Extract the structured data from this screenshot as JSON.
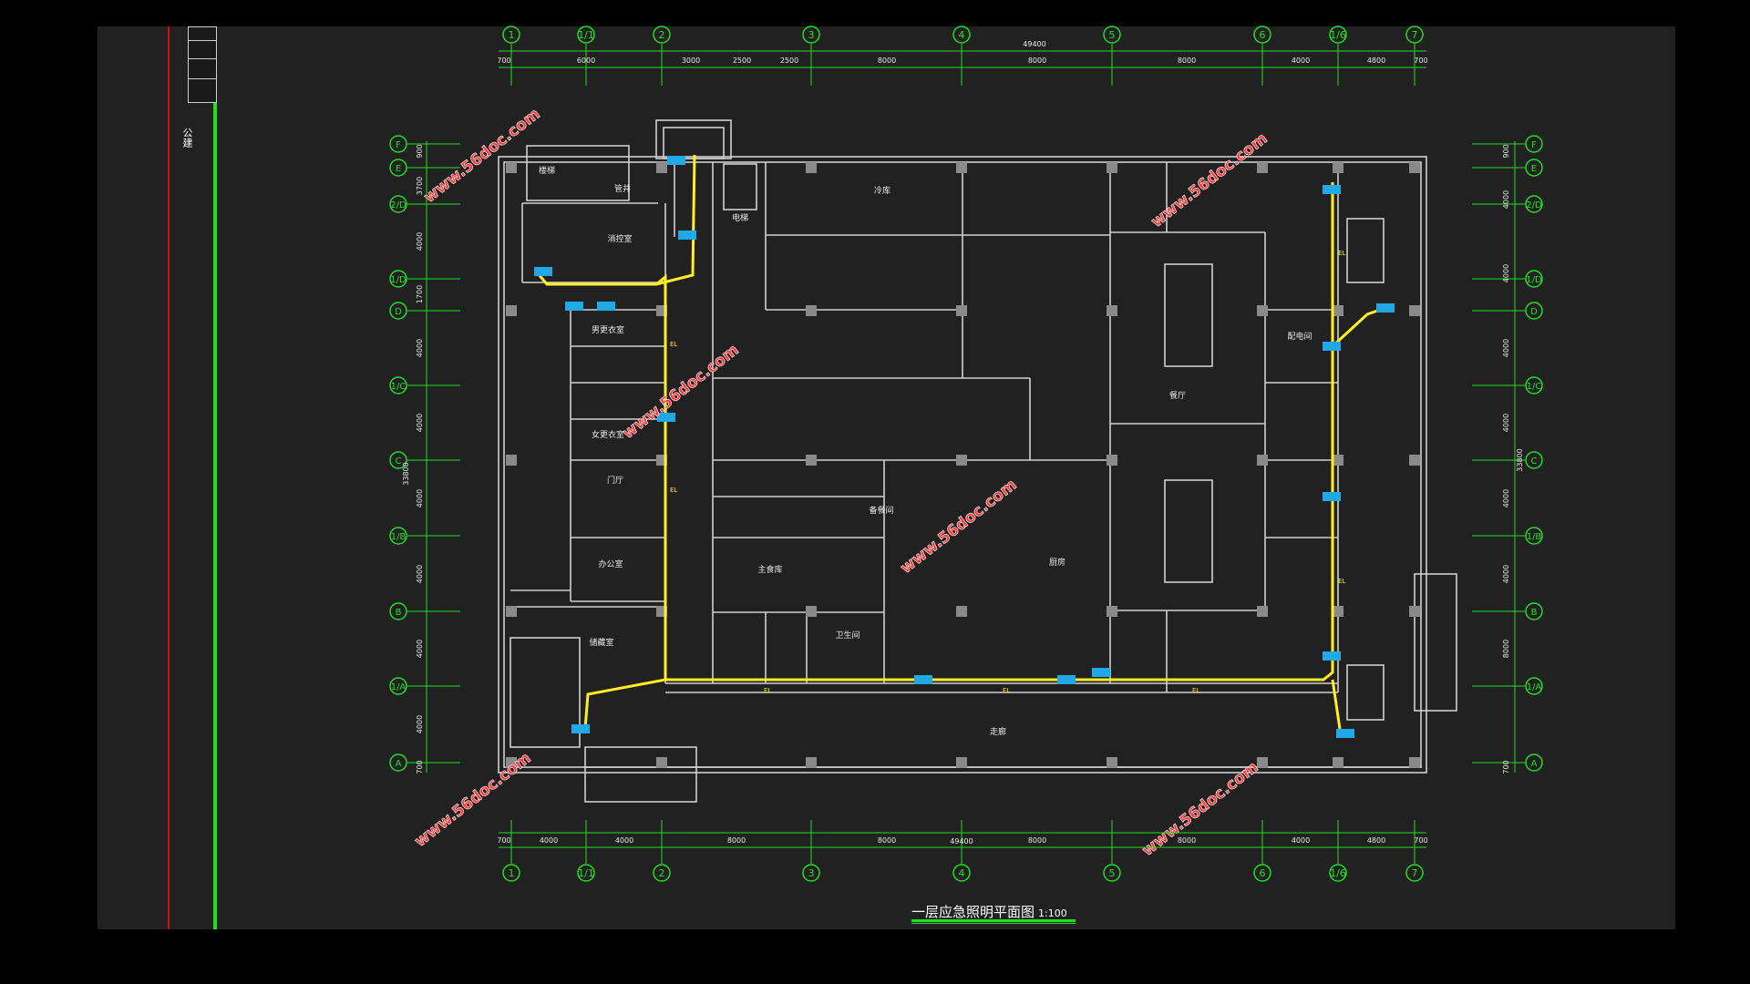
{
  "sheet": {
    "title": "一层应急照明平面图",
    "scale": "1:100",
    "side_label": "公建"
  },
  "watermark": "www.56doc.com",
  "grid": {
    "columns": [
      "1",
      "1/1",
      "2",
      "3",
      "4",
      "5",
      "6",
      "1/6",
      "7"
    ],
    "rows": [
      "A",
      "1/A",
      "B",
      "1/B",
      "C",
      "1/C",
      "D",
      "1/D",
      "2/D",
      "E",
      "F"
    ],
    "total_width": "49400",
    "total_height": "33800",
    "top_dims": [
      "700",
      "6000",
      "3000",
      "2500",
      "2500",
      "8000",
      "8000",
      "8000",
      "4000",
      "4800",
      "700"
    ],
    "bottom_dims": [
      "700",
      "4000",
      "4000",
      "8000",
      "8000",
      "8000",
      "8000",
      "4000",
      "4800",
      "700"
    ],
    "left_dims": [
      "700",
      "4000",
      "4000",
      "4000",
      "4000",
      "4000",
      "4000",
      "1700",
      "4000",
      "3700",
      "900"
    ],
    "right_dims": [
      "700",
      "8000",
      "4000",
      "4000",
      "4000",
      "4000",
      "4000",
      "4000",
      "900"
    ]
  },
  "rooms": [
    {
      "id": "r1",
      "label": "楼梯"
    },
    {
      "id": "r2",
      "label": "管井"
    },
    {
      "id": "r3",
      "label": "消控室"
    },
    {
      "id": "r4",
      "label": "电梯"
    },
    {
      "id": "r5",
      "label": "冷库"
    },
    {
      "id": "r6",
      "label": "男更衣室"
    },
    {
      "id": "r7",
      "label": "女更衣室"
    },
    {
      "id": "r8",
      "label": "门厅"
    },
    {
      "id": "r9",
      "label": "办公室"
    },
    {
      "id": "r10",
      "label": "厨房"
    },
    {
      "id": "r11",
      "label": "餐厅"
    },
    {
      "id": "r12",
      "label": "备餐间"
    },
    {
      "id": "r13",
      "label": "主食库"
    },
    {
      "id": "r14",
      "label": "卫生间"
    },
    {
      "id": "r15",
      "label": "走廊"
    },
    {
      "id": "r16",
      "label": "配电间"
    },
    {
      "id": "r17",
      "label": "储藏室"
    }
  ],
  "legend": {
    "emergency_line_color": "#ffee22",
    "grid_color": "#22dd22",
    "wall_color": "#cfcfcf",
    "fixture_color": "#20a8e8",
    "watermark_color": "#ff3a3a"
  },
  "circuit_tag": "EL"
}
